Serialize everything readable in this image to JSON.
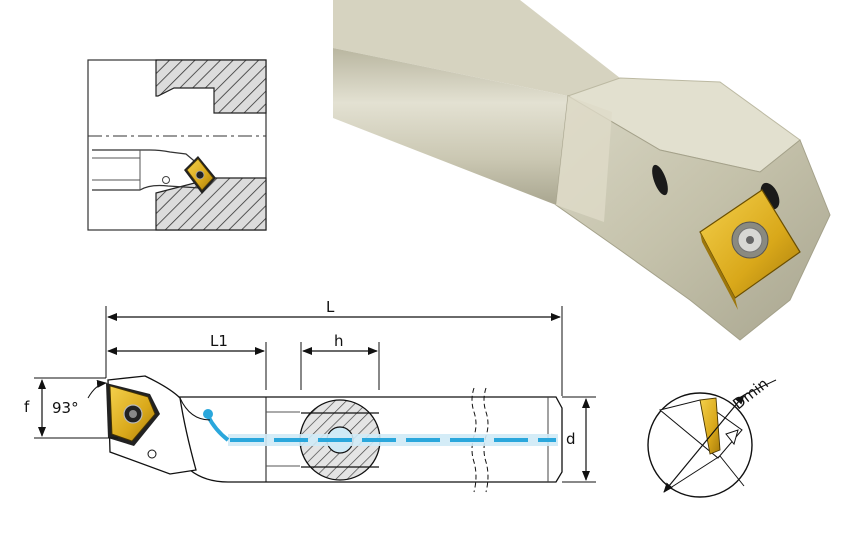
{
  "dimensions": {
    "overall_length": "L",
    "head_length": "L1",
    "flat_length": "h",
    "shank_diameter": "d",
    "offset": "f",
    "approach_angle": "93°",
    "min_bore": "Dmin"
  },
  "colors": {
    "coolant": "#2aa7dc",
    "insert_gold": "#e6b422",
    "hatch": "#222222",
    "tool_body": "#c8c5b0"
  }
}
